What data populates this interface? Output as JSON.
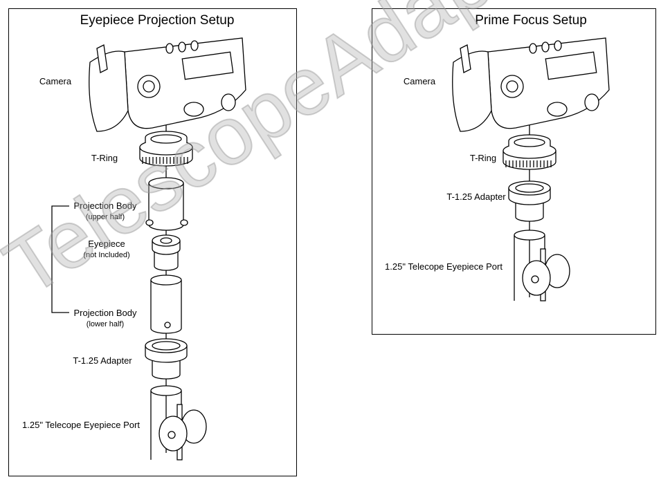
{
  "left_panel": {
    "title": "Eyepiece Projection Setup",
    "labels": {
      "camera": "Camera",
      "t_ring": "T-Ring",
      "projection_upper": "Projection Body",
      "projection_upper_sub": "(upper half)",
      "eyepiece": "Eyepiece",
      "eyepiece_sub": "(not Included)",
      "projection_lower": "Projection Body",
      "projection_lower_sub": "(lower half)",
      "adapter": "T-1.25 Adapter",
      "port": "1.25\" Telecope Eyepiece Port"
    }
  },
  "right_panel": {
    "title": "Prime Focus Setup",
    "labels": {
      "camera": "Camera",
      "t_ring": "T-Ring",
      "adapter": "T-1.25 Adapter",
      "port": "1.25\" Telecope Eyepiece Port"
    }
  },
  "watermark": "TelescopeAdapters.com"
}
